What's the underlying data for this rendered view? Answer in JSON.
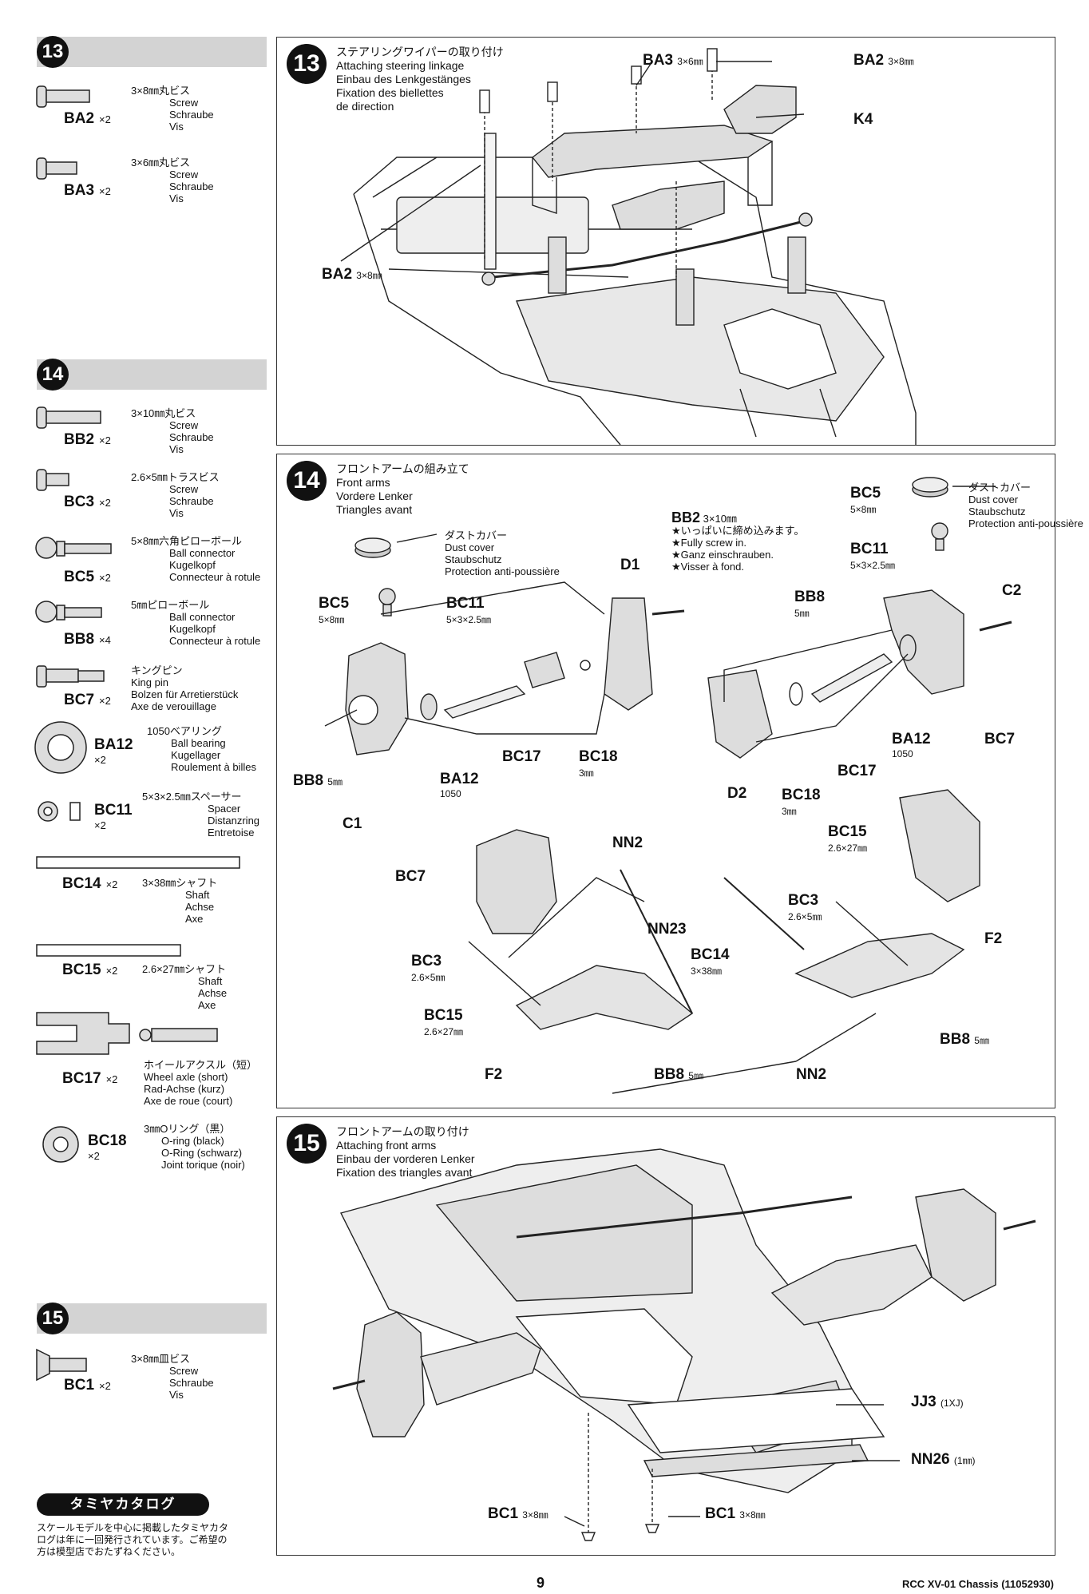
{
  "steps": {
    "s13": "13",
    "s14": "14",
    "s15": "15"
  },
  "parts": {
    "ba2": {
      "code": "BA2",
      "qty": "×2",
      "jp": "3×8㎜丸ビス",
      "en": "Screw",
      "de": "Schraube",
      "fr": "Vis"
    },
    "ba3": {
      "code": "BA3",
      "qty": "×2",
      "jp": "3×6㎜丸ビス",
      "en": "Screw",
      "de": "Schraube",
      "fr": "Vis"
    },
    "bb2": {
      "code": "BB2",
      "qty": "×2",
      "jp": "3×10㎜丸ビス",
      "en": "Screw",
      "de": "Schraube",
      "fr": "Vis"
    },
    "bc3": {
      "code": "BC3",
      "qty": "×2",
      "jp": "2.6×5㎜トラスビス",
      "en": "Screw",
      "de": "Schraube",
      "fr": "Vis"
    },
    "bc5": {
      "code": "BC5",
      "qty": "×2",
      "jp": "5×8㎜六角ピローボール",
      "en": "Ball connector",
      "de": "Kugelkopf",
      "fr": "Connecteur à rotule"
    },
    "bb8": {
      "code": "BB8",
      "qty": "×4",
      "jp": "5㎜ピローボール",
      "en": "Ball connector",
      "de": "Kugelkopf",
      "fr": "Connecteur à rotule"
    },
    "bc7": {
      "code": "BC7",
      "qty": "×2",
      "jp": "キングピン",
      "en": "King pin",
      "de": "Bolzen für Arretierstück",
      "fr": "Axe de verouillage"
    },
    "ba12": {
      "code": "BA12",
      "qty": "×2",
      "jp": "1050ベアリング",
      "en": "Ball bearing",
      "de": "Kugellager",
      "fr": "Roulement à billes"
    },
    "bc11": {
      "code": "BC11",
      "qty": "×2",
      "jp": "5×3×2.5㎜スペーサー",
      "en": "Spacer",
      "de": "Distanzring",
      "fr": "Entretoise"
    },
    "bc14": {
      "code": "BC14",
      "qty": "×2",
      "jp": "3×38㎜シャフト",
      "en": "Shaft",
      "de": "Achse",
      "fr": "Axe"
    },
    "bc15": {
      "code": "BC15",
      "qty": "×2",
      "jp": "2.6×27㎜シャフト",
      "en": "Shaft",
      "de": "Achse",
      "fr": "Axe"
    },
    "bc17": {
      "code": "BC17",
      "qty": "×2",
      "jp": "ホイールアクスル（短）",
      "en": "Wheel axle (short)",
      "de": "Rad-Achse (kurz)",
      "fr": "Axe de roue (court)"
    },
    "bc18": {
      "code": "BC18",
      "qty": "×2",
      "jp": "3㎜Oリング（黒）",
      "en": "O-ring (black)",
      "de": "O-Ring (schwarz)",
      "fr": "Joint torique (noir)"
    },
    "bc1": {
      "code": "BC1",
      "qty": "×2",
      "jp": "3×8㎜皿ビス",
      "en": "Screw",
      "de": "Schraube",
      "fr": "Vis"
    }
  },
  "panel13": {
    "num": "13",
    "jp": "ステアリングワイパーの取り付け",
    "en": "Attaching steering linkage",
    "de": "Einbau des Lenkgestänges",
    "fr": "Fixation des biellettes",
    "fr2": "de direction",
    "labels": {
      "ba3": "BA3",
      "ba3s": "3×6㎜",
      "ba2a": "BA2",
      "ba2as": "3×8㎜",
      "k4": "K4",
      "ba2b": "BA2",
      "ba2bs": "3×8㎜"
    }
  },
  "panel14": {
    "num": "14",
    "jp": "フロントアームの組み立て",
    "en": "Front arms",
    "de": "Vordere Lenker",
    "fr": "Triangles avant",
    "dust": {
      "jp": "ダストカバー",
      "en": "Dust cover",
      "de": "Staubschutz",
      "fr": "Protection anti-poussière"
    },
    "bb2note": {
      "code": "BB2",
      "size": "3×10㎜",
      "jp": "★いっぱいに締め込みます。",
      "en": "★Fully screw in.",
      "de": "★Ganz einschrauben.",
      "fr": "★Visser à fond."
    },
    "labels": {
      "bc5a": "BC5",
      "bc5as": "5×8㎜",
      "bc11a": "BC11",
      "bc11as": "5×3×2.5㎜",
      "d1": "D1",
      "bc5b": "BC5",
      "bc5bs": "5×8㎜",
      "bc11b": "BC11",
      "bc11bs": "5×3×2.5㎜",
      "bb8a": "BB8",
      "bb8as": "5㎜",
      "c2": "C2",
      "bb8b": "BB8",
      "bb8bs": "5㎜",
      "ba12a": "BA12",
      "ba12as": "1050",
      "bc17a": "BC17",
      "bc18a": "BC18",
      "bc18as": "3㎜",
      "c1": "C1",
      "bc7a": "BC7",
      "d2": "D2",
      "bc18b": "BC18",
      "bc18bs": "3㎜",
      "bc17b": "BC17",
      "ba12b": "BA12",
      "ba12bs": "1050",
      "bc7b": "BC7",
      "nn2a": "NN2",
      "nn23": "NN23",
      "bc14": "BC14",
      "bc14s": "3×38㎜",
      "bc15a": "BC15",
      "bc15as": "2.6×27㎜",
      "bc3a": "BC3",
      "bc3as": "2.6×5㎜",
      "bc3b": "BC3",
      "bc3bs": "2.6×5㎜",
      "bc15b": "BC15",
      "bc15bs": "2.6×27㎜",
      "f2a": "F2",
      "f2b": "F2",
      "bb8c": "BB8",
      "bb8cs": "5㎜",
      "bb8d": "BB8",
      "bb8ds": "5㎜",
      "nn2b": "NN2"
    }
  },
  "panel15": {
    "num": "15",
    "jp": "フロントアームの取り付け",
    "en": "Attaching front arms",
    "de": "Einbau der vorderen Lenker",
    "fr": "Fixation des triangles avant",
    "labels": {
      "jj3": "JJ3",
      "jj3s": "(1XJ)",
      "nn26": "NN26",
      "nn26s": "(1㎜)",
      "bc1a": "BC1",
      "bc1as": "3×8㎜",
      "bc1b": "BC1",
      "bc1bs": "3×8㎜"
    }
  },
  "catalog": {
    "title": "タミヤカタログ",
    "text1": "スケールモデルを中心に掲載したタミヤカタ",
    "text2": "ログは年に一回発行されています。ご希望の",
    "text3": "方は模型店でおたずねください。"
  },
  "page": "9",
  "footer": "RCC XV-01 Chassis (11052930)"
}
